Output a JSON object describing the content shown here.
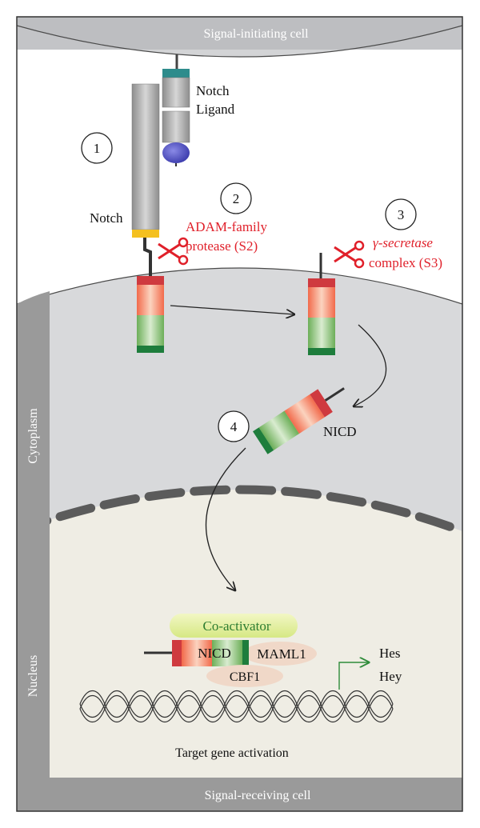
{
  "labels": {
    "signal_initiating_cell": "Signal-initiating cell",
    "signal_receiving_cell": "Signal-receiving cell",
    "cytoplasm": "Cytoplasm",
    "nucleus": "Nucleus",
    "notch_ligand_line1": "Notch",
    "notch_ligand_line2": "Ligand",
    "notch": "Notch",
    "adam_line1": "ADAM-family",
    "adam_line2": "protease (S2)",
    "gamma_line1": "γ-secretase",
    "gamma_line2": "complex (S3)",
    "nicd": "NICD",
    "coactivator": "Co-activator",
    "nicd_complex": "NICD",
    "maml1": "MAML1",
    "cbf1": "CBF1",
    "hes": "Hes",
    "hey": "Hey",
    "target_gene_activation": "Target gene activation"
  },
  "steps": [
    "1",
    "2",
    "3",
    "4"
  ],
  "colors": {
    "red_text": "#e0202a",
    "green_text": "#2e7d32",
    "cytoplasm_fill": "#d8d9db",
    "nucleus_fill": "#efede4",
    "side_bar": "#9a9a9a",
    "membrane": "#5a5a5a"
  }
}
